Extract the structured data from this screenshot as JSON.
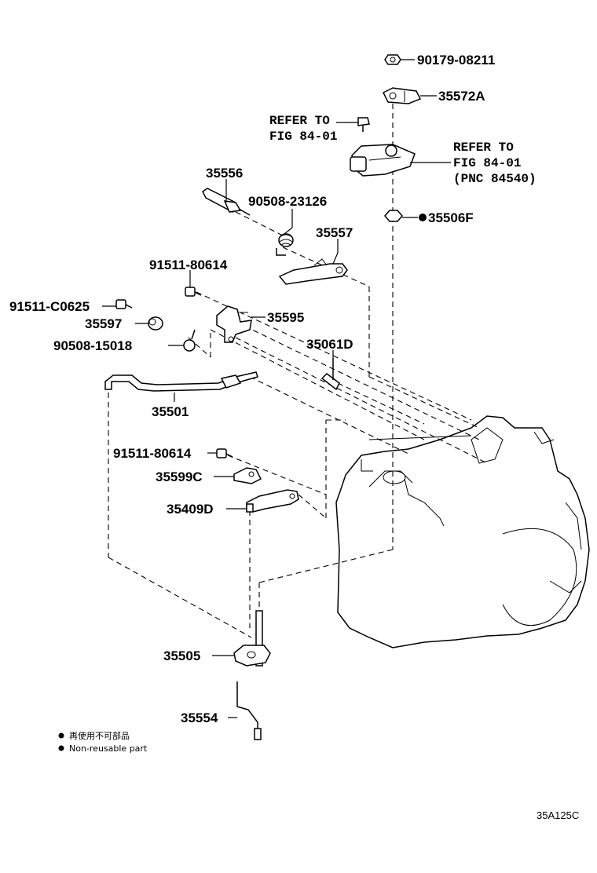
{
  "labels": {
    "p90179": "90179-08211",
    "p35572A": "35572A",
    "refer_left_1": "REFER TO",
    "refer_left_2": "FIG 84-01",
    "refer_right_1": "REFER TO",
    "refer_right_2": "FIG 84-01",
    "refer_right_3": "(PNC 84540)",
    "p35556": "35556",
    "p90508_23126": "90508-23126",
    "p35557": "35557",
    "p35506F": "35506F",
    "p91511_80614_a": "91511-80614",
    "p91511_C0625": "91511-C0625",
    "p35597": "35597",
    "p35595": "35595",
    "p90508_15018": "90508-15018",
    "p35061D": "35061D",
    "p35501": "35501",
    "p91511_80614_b": "91511-80614",
    "p35599C": "35599C",
    "p35409D": "35409D",
    "p35505": "35505",
    "p35554": "35554"
  },
  "legend": {
    "jp": "再使用不可部品",
    "en": "Non-reusable part"
  },
  "diagram_code": "35A125C"
}
